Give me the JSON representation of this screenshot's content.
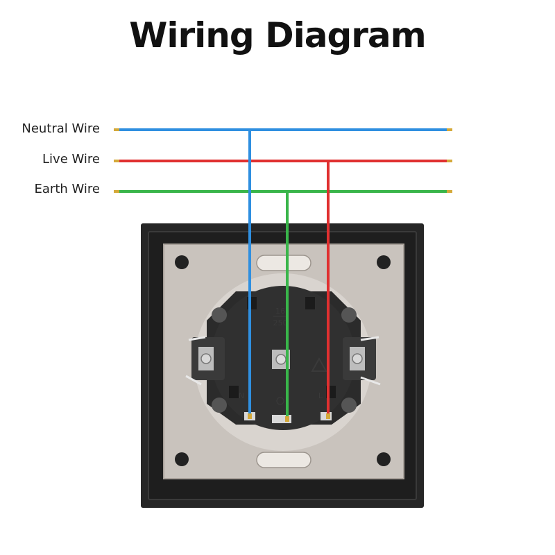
{
  "title": "Wiring Diagram",
  "wires": [
    {
      "id": "neutral",
      "label": "Neutral Wire",
      "color": "#2f8fe0"
    },
    {
      "id": "live",
      "label": "Live Wire",
      "color": "#e03030"
    },
    {
      "id": "earth",
      "label": "Earth Wire",
      "color": "#39b54a"
    }
  ],
  "socket": {
    "rating_current": "16",
    "rating_voltage": "250",
    "terminal_n": "N",
    "terminal_l": "L"
  },
  "colors": {
    "frame": "#262626",
    "plate": "#c9c3bd",
    "core": "#2b2b2b",
    "screw": "#cfcfcf",
    "wire_tip": "#d4a93a"
  }
}
